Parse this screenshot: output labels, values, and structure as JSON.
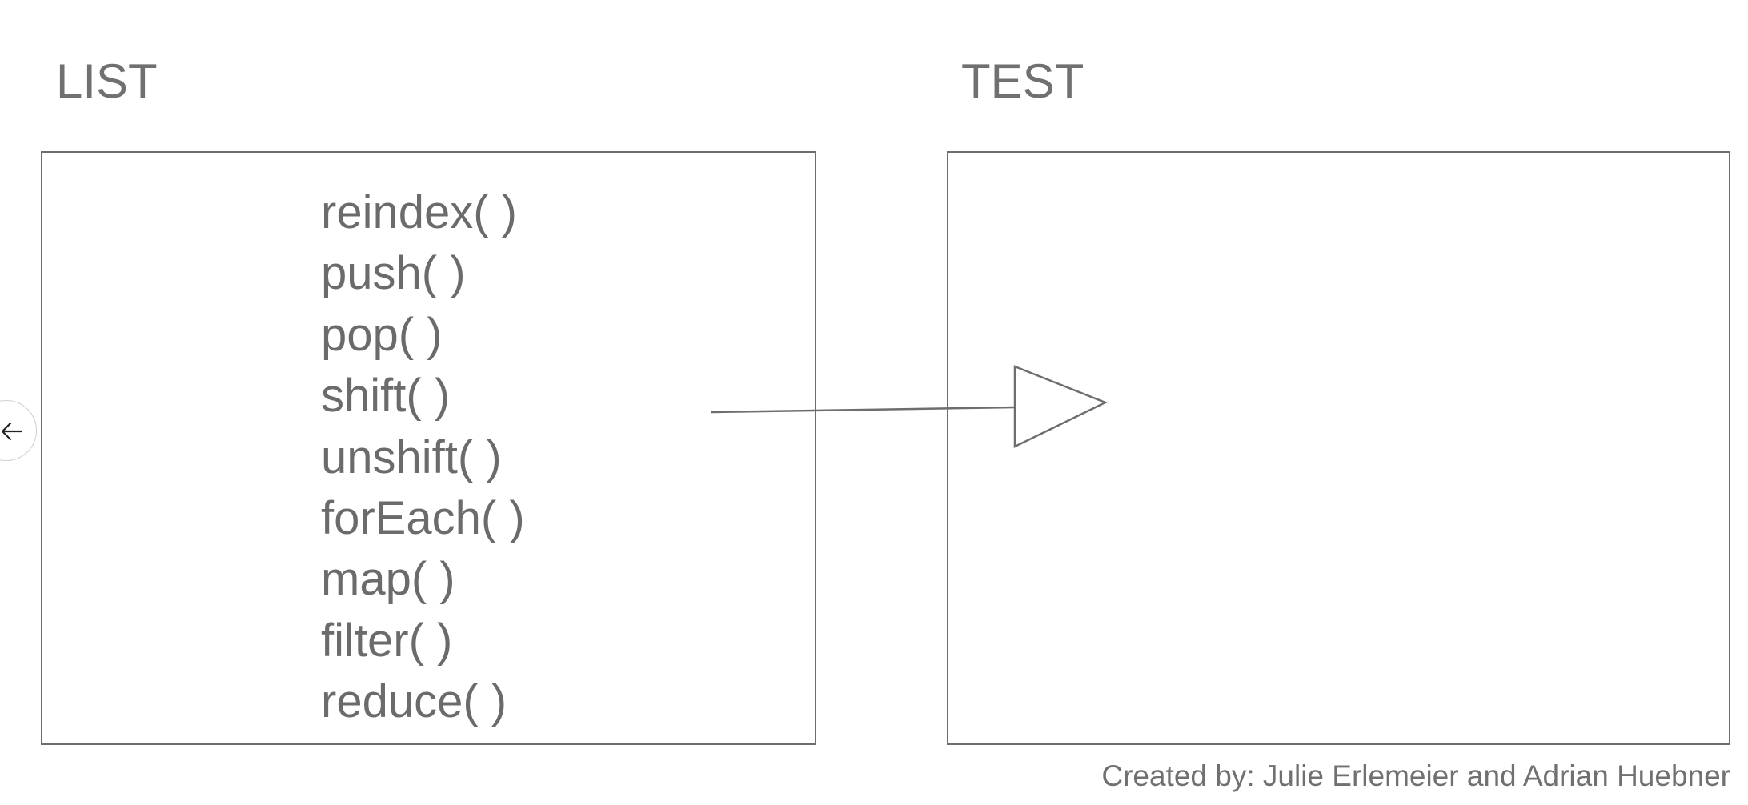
{
  "list_panel": {
    "title": "LIST",
    "methods": [
      "reindex( )",
      "push( )",
      "pop( )",
      "shift( )",
      "unshift( )",
      "forEach( )",
      "map( )",
      "filter( )",
      "reduce( )"
    ]
  },
  "test_panel": {
    "title": "TEST"
  },
  "navigation": {
    "back_icon": "arrow-left-icon"
  },
  "footer": {
    "credit": "Created by: Julie Erlemeier and Adrian Huebner"
  },
  "colors": {
    "stroke": "#6e6e6e",
    "text": "#6b6b6b",
    "background": "#ffffff"
  }
}
